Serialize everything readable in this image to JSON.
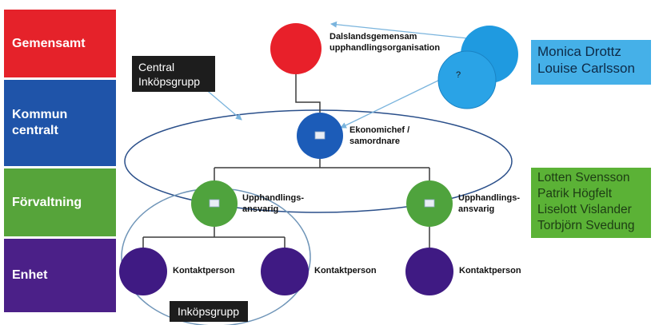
{
  "levels": {
    "gemensamt": "Gemensamt",
    "kommun_line1": "Kommun",
    "kommun_line2": "centralt",
    "forvaltning": "Förvaltning",
    "enhet": "Enhet"
  },
  "boxes": {
    "central_line1": "Central",
    "central_line2": "Inköpsgrupp",
    "inkopsgrupp": "Inköpsgrupp"
  },
  "nodes": {
    "dalsland_line1": "Dalslandsgemensam",
    "dalsland_line2": "upphandlingsorganisation",
    "question_mark": "?",
    "ekonomichef_line1": "Ekonomichef /",
    "ekonomichef_line2": "samordnare",
    "upphandling_line1": "Upphandlings-",
    "upphandling_line2": "ansvarig",
    "kontaktperson": "Kontaktperson"
  },
  "people": {
    "blue_group": [
      "Monica Drottz",
      "Louise Carlsson"
    ],
    "green_group": [
      "Lotten Svensson",
      "Patrik Högfelt",
      "Liselott Vislander",
      "Torbjörn Svedung"
    ]
  },
  "colors": {
    "gemensamt": "#e5222a",
    "kommun": "#1f54a9",
    "forvaltning": "#56a43a",
    "enhet": "#4b2088",
    "light_blue": "#1f9ae0",
    "name_blue_bg": "#45b0e8",
    "name_green_bg": "#5bb236"
  }
}
